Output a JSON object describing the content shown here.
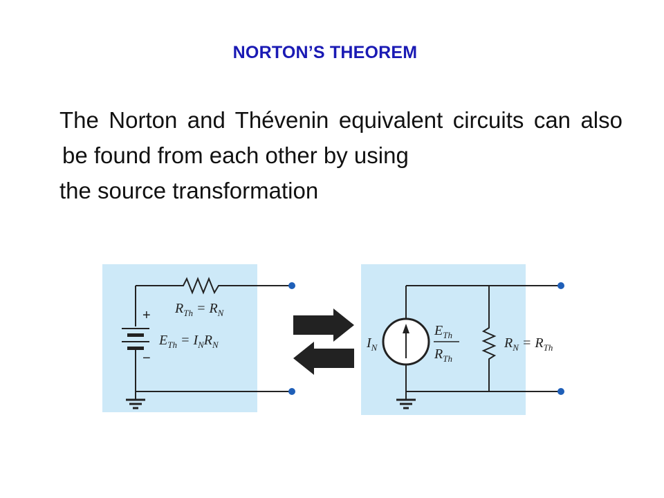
{
  "title": "NORTON’S THEOREM",
  "body": {
    "line1": "The Norton and Thévenin equivalent circuits can also be found from each other by using",
    "line2": "the source transformation"
  },
  "left_circuit": {
    "eq_r_lhs": "R",
    "eq_r_lhs_sub": "Th",
    "eq_r_mid": " = R",
    "eq_r_rhs_sub": "N",
    "plus": "+",
    "minus": "−",
    "eq_e_lhs": "E",
    "eq_e_lhs_sub": "Th",
    "eq_e_mid": " = I",
    "eq_e_i_sub": "N",
    "eq_e_r": "R",
    "eq_e_r_sub": "N"
  },
  "right_circuit": {
    "source_label": "I",
    "source_label_sub": "N",
    "frac_num": "E",
    "frac_num_sub": "Th",
    "frac_den": "R",
    "frac_den_sub": "Th",
    "eq_r_lhs": "R",
    "eq_r_lhs_sub": "N",
    "eq_r_mid": " = R",
    "eq_r_rhs_sub": "Th"
  },
  "colors": {
    "panel": "#cde9f8",
    "wire": "#222222",
    "terminal": "#1f5fb8",
    "title": "#1a1ab4"
  }
}
